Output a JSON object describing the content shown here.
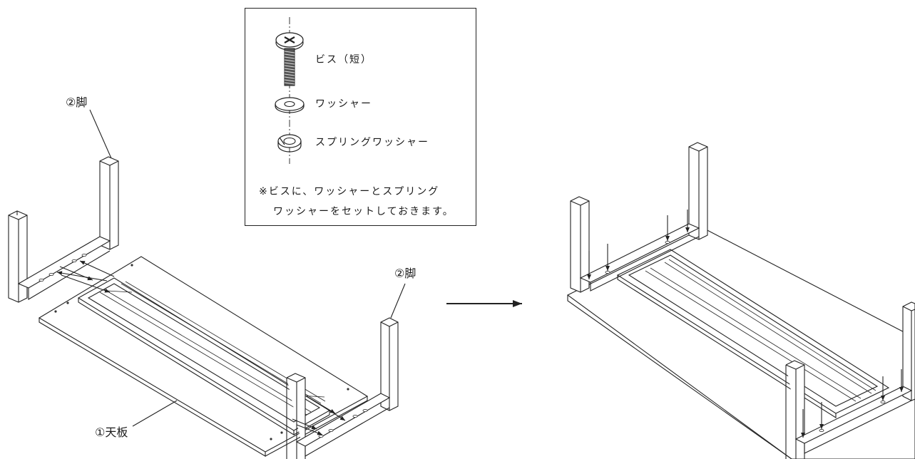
{
  "labels": {
    "leg_left": "②脚",
    "leg_right": "②脚",
    "tabletop": "①天板"
  },
  "hardware": {
    "items": [
      {
        "icon": "screw-icon",
        "label": "ビス（短）"
      },
      {
        "icon": "washer-icon",
        "label": "ワッシャー"
      },
      {
        "icon": "spring-washer-icon",
        "label": "スプリングワッシャー"
      }
    ],
    "note_line1": "※ビスに、ワッシャーとスプリング",
    "note_line2": "ワッシャーをセットしておきます。"
  },
  "colors": {
    "line": "#222222",
    "background": "#ffffff"
  }
}
